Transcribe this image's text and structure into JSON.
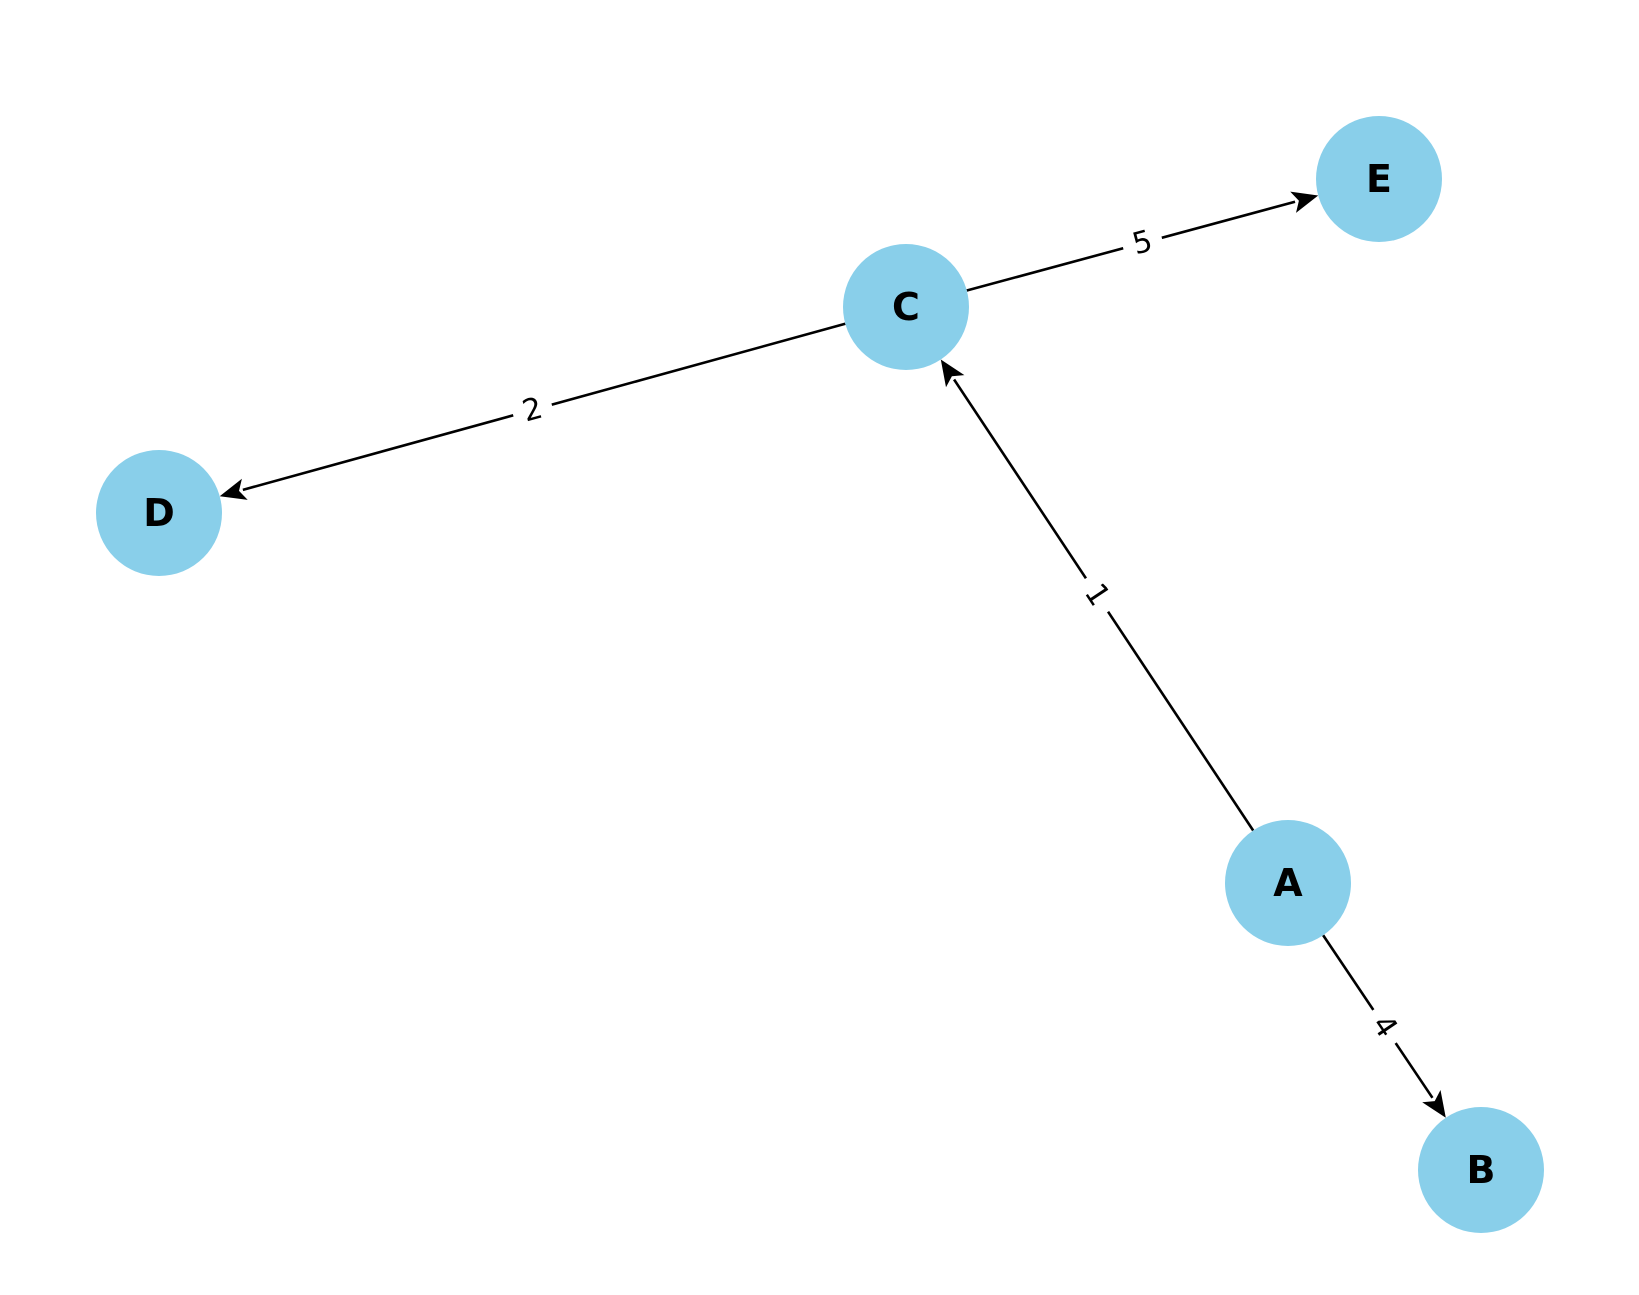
{
  "graph": {
    "directed": true,
    "node_color": "#89CFEA",
    "edge_color": "#000000",
    "nodes": [
      {
        "id": "A",
        "label": "A"
      },
      {
        "id": "B",
        "label": "B"
      },
      {
        "id": "C",
        "label": "C"
      },
      {
        "id": "D",
        "label": "D"
      },
      {
        "id": "E",
        "label": "E"
      }
    ],
    "edges": [
      {
        "source": "A",
        "target": "C",
        "weight": "1"
      },
      {
        "source": "A",
        "target": "B",
        "weight": "4"
      },
      {
        "source": "C",
        "target": "D",
        "weight": "2"
      },
      {
        "source": "C",
        "target": "E",
        "weight": "5"
      }
    ]
  }
}
